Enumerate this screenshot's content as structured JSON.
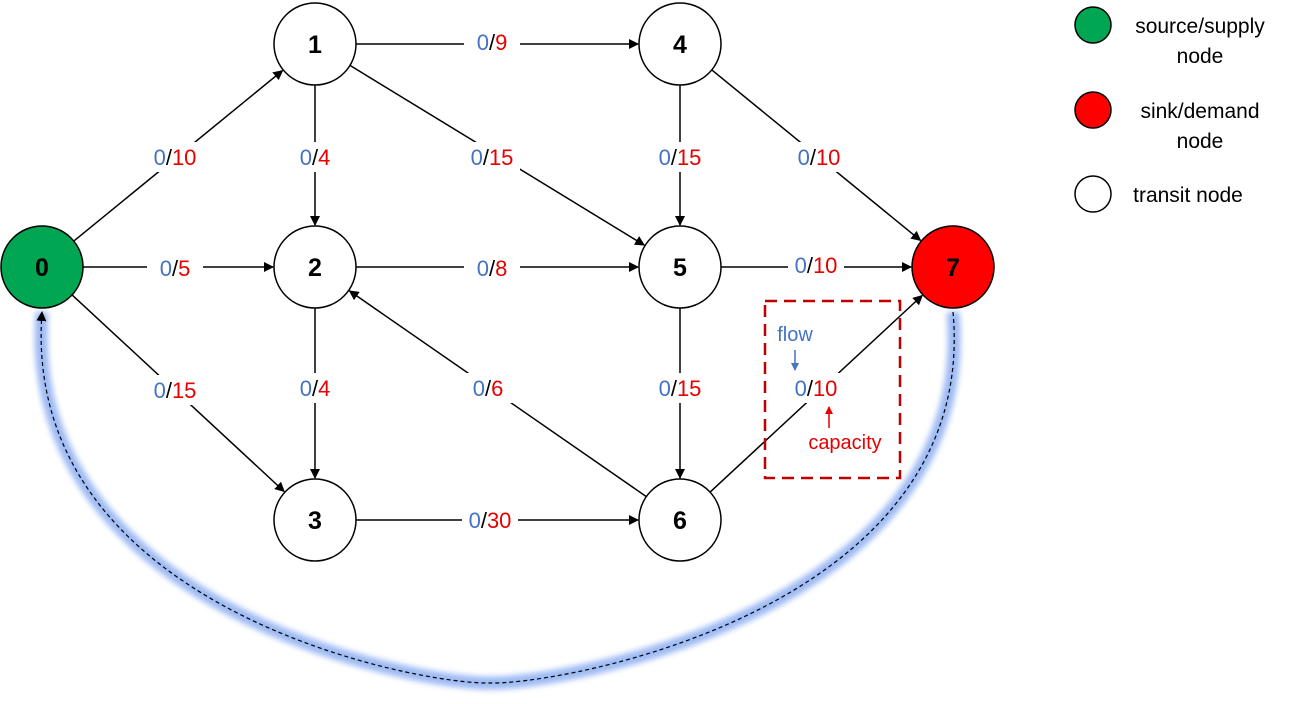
{
  "colors": {
    "flow": "#4472C4",
    "capacity": "#E60000",
    "source_fill": "#00A651",
    "sink_fill": "#FF0000",
    "transit_fill": "#FFFFFF",
    "box_border": "#C00000",
    "return_glow": "#7DA3F0",
    "stroke": "#000000"
  },
  "nodes": [
    {
      "id": "0",
      "type": "source"
    },
    {
      "id": "1",
      "type": "transit"
    },
    {
      "id": "2",
      "type": "transit"
    },
    {
      "id": "3",
      "type": "transit"
    },
    {
      "id": "4",
      "type": "transit"
    },
    {
      "id": "5",
      "type": "transit"
    },
    {
      "id": "6",
      "type": "transit"
    },
    {
      "id": "7",
      "type": "sink"
    }
  ],
  "edges": [
    {
      "from": "0",
      "to": "1",
      "flow": "0",
      "capacity": "10"
    },
    {
      "from": "0",
      "to": "2",
      "flow": "0",
      "capacity": "5"
    },
    {
      "from": "0",
      "to": "3",
      "flow": "0",
      "capacity": "15"
    },
    {
      "from": "1",
      "to": "4",
      "flow": "0",
      "capacity": "9"
    },
    {
      "from": "1",
      "to": "2",
      "flow": "0",
      "capacity": "4"
    },
    {
      "from": "1",
      "to": "5",
      "flow": "0",
      "capacity": "15"
    },
    {
      "from": "2",
      "to": "5",
      "flow": "0",
      "capacity": "8"
    },
    {
      "from": "2",
      "to": "3",
      "flow": "0",
      "capacity": "4"
    },
    {
      "from": "6",
      "to": "2",
      "flow": "0",
      "capacity": "6"
    },
    {
      "from": "3",
      "to": "6",
      "flow": "0",
      "capacity": "30"
    },
    {
      "from": "4",
      "to": "5",
      "flow": "0",
      "capacity": "15"
    },
    {
      "from": "4",
      "to": "7",
      "flow": "0",
      "capacity": "10"
    },
    {
      "from": "5",
      "to": "7",
      "flow": "0",
      "capacity": "10"
    },
    {
      "from": "5",
      "to": "6",
      "flow": "0",
      "capacity": "15"
    },
    {
      "from": "6",
      "to": "7",
      "flow": "0",
      "capacity": "10"
    }
  ],
  "return_edge": {
    "from": "7",
    "to": "0"
  },
  "legend": [
    {
      "type": "source",
      "label_lines": [
        "source/supply",
        "node"
      ]
    },
    {
      "type": "sink",
      "label_lines": [
        "sink/demand",
        "node"
      ]
    },
    {
      "type": "transit",
      "label_lines": [
        "transit node"
      ]
    }
  ],
  "annotation": {
    "flow_label": "flow",
    "capacity_label": "capacity"
  }
}
